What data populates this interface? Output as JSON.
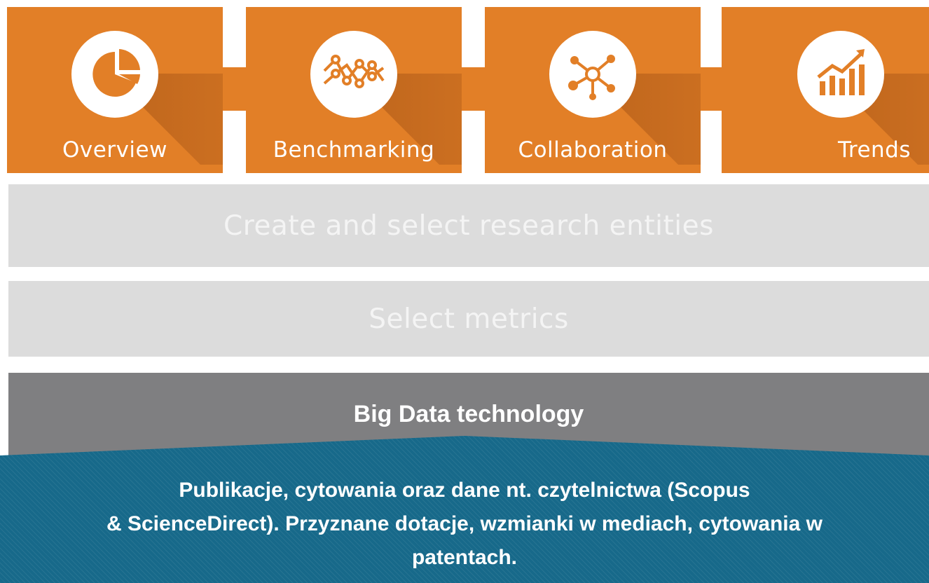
{
  "tiles": [
    {
      "label": "Overview",
      "icon": "pie-chart-icon"
    },
    {
      "label": "Benchmarking",
      "icon": "line-graph-icon"
    },
    {
      "label": "Collaboration",
      "icon": "network-icon"
    },
    {
      "label": "Trends",
      "icon": "trend-bar-chart-icon"
    }
  ],
  "layers": {
    "entities": "Create and select research entities",
    "metrics": "Select metrics",
    "technology": "Big Data technology"
  },
  "data_sources": {
    "line1": "Publikacje, cytowania oraz dane nt. czytelnictwa (Scopus",
    "line2": "& ScienceDirect). Przyznane dotacje, wzmianki w mediach, cytowania w",
    "line3": "patentach."
  },
  "colors": {
    "orange": "#e27f27",
    "light_gray": "#dcdcdc",
    "dark_gray": "#7f7f81",
    "teal": "#17698a"
  }
}
